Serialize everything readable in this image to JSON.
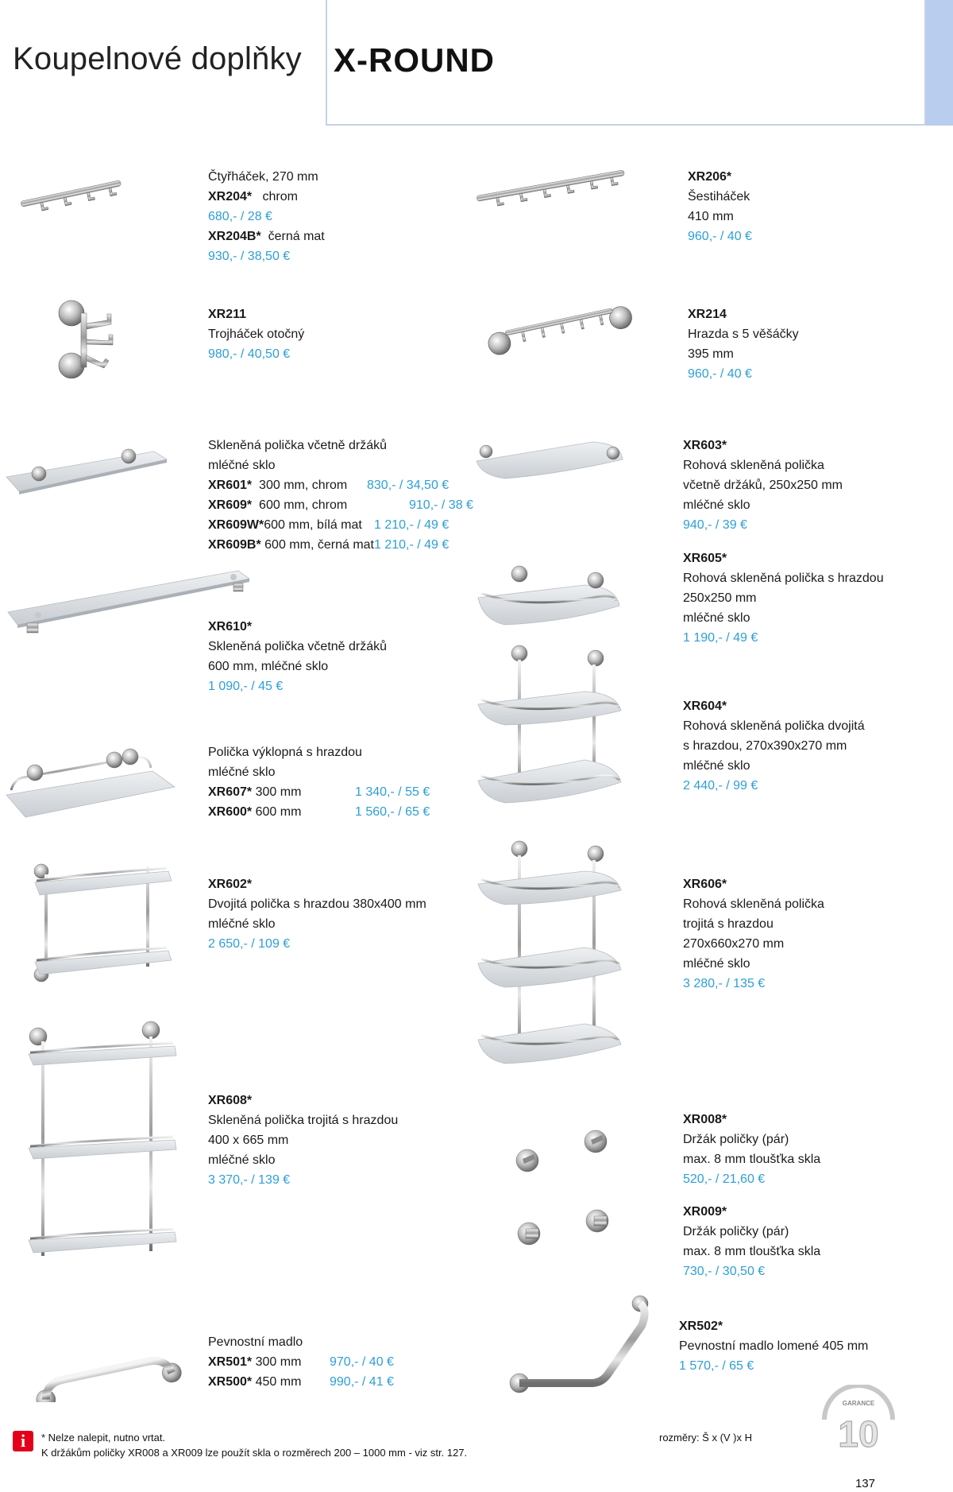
{
  "header": {
    "title": "Koupelnové doplňky",
    "brand": "X-ROUND"
  },
  "products": {
    "xr204": {
      "desc": "Čtyřháček, 270 mm",
      "code1": "XR204*",
      "variant1": "chrom",
      "price1": "680,- / 28 €",
      "code2": "XR204B*",
      "variant2": "černá mat",
      "price2": "930,- / 38,50 €"
    },
    "xr206": {
      "code": "XR206*",
      "desc": "Šestiháček",
      "size": "410 mm",
      "price": "960,- / 40 €"
    },
    "xr211": {
      "code": "XR211",
      "desc": "Trojháček otočný",
      "price": "980,- / 40,50 €"
    },
    "xr214": {
      "code": "XR214",
      "desc": "Hrazda s 5 věšáčky",
      "size": "395 mm",
      "price": "960,- / 40 €"
    },
    "xr601": {
      "desc": "Skleněná polička včetně držáků",
      "material": "mléčné sklo",
      "rows": [
        {
          "code": "XR601*",
          "spec": "300 mm, chrom",
          "price": "830,- / 34,50 €"
        },
        {
          "code": "XR609*",
          "spec": "600 mm, chrom",
          "price": "910,- / 38 €"
        },
        {
          "code": "XR609W*",
          "spec": "600 mm, bílá mat",
          "price": "1 210,- / 49 €"
        },
        {
          "code": "XR609B*",
          "spec": "600 mm, černá mat",
          "price": "1 210,- / 49 €"
        }
      ]
    },
    "xr610": {
      "code": "XR610*",
      "desc": "Skleněná polička včetně držáků",
      "spec": "600 mm, mléčné sklo",
      "price": "1 090,- / 45 €"
    },
    "xr607": {
      "desc": "Polička výklopná s hrazdou",
      "material": "mléčné sklo",
      "rows": [
        {
          "code": "XR607*",
          "spec": "300 mm",
          "price": "1 340,- / 55 €"
        },
        {
          "code": "XR600*",
          "spec": "600 mm",
          "price": "1 560,- / 65 €"
        }
      ]
    },
    "xr603": {
      "code": "XR603*",
      "desc": "Rohová skleněná polička",
      "spec": "včetně držáků, 250x250 mm",
      "material": "mléčné sklo",
      "price": "940,- / 39 €"
    },
    "xr605": {
      "code": "XR605*",
      "desc": "Rohová skleněná polička s hrazdou",
      "spec": "250x250 mm",
      "material": "mléčné sklo",
      "price": "1 190,- / 49 €"
    },
    "xr604": {
      "code": "XR604*",
      "desc": "Rohová skleněná polička dvojitá",
      "spec": "s hrazdou, 270x390x270 mm",
      "material": "mléčné sklo",
      "price": "2 440,- / 99 €"
    },
    "xr602": {
      "code": "XR602*",
      "desc": "Dvojitá polička s hrazdou 380x400 mm",
      "material": "mléčné sklo",
      "price": "2 650,- / 109 €"
    },
    "xr606": {
      "code": "XR606*",
      "desc": "Rohová skleněná polička",
      "desc2": "trojitá s hrazdou",
      "spec": "270x660x270 mm",
      "material": "mléčné sklo",
      "price": "3 280,- / 135 €"
    },
    "xr608": {
      "code": "XR608*",
      "desc": "Skleněná polička trojitá s hrazdou",
      "spec": "400 x 665 mm",
      "material": "mléčné sklo",
      "price": "3 370,- / 139 €"
    },
    "xr008": {
      "code": "XR008*",
      "desc": "Držák poličky (pár)",
      "spec": "max. 8 mm tloušťka skla",
      "price": "520,- / 21,60 €"
    },
    "xr009": {
      "code": "XR009*",
      "desc": "Držák poličky (pár)",
      "spec": "max. 8 mm tloušťka skla",
      "price": "730,- / 30,50 €"
    },
    "xr501": {
      "desc": "Pevnostní madlo",
      "rows": [
        {
          "code": "XR501*",
          "spec": "300 mm",
          "price": "970,- / 40 €"
        },
        {
          "code": "XR500*",
          "spec": "450 mm",
          "price": "990,- / 41 €"
        }
      ]
    },
    "xr502": {
      "code": "XR502*",
      "desc": "Pevnostní madlo lomené 405 mm",
      "price": "1 570,- / 65 €"
    }
  },
  "footer": {
    "note1": "* Nelze nalepit, nutno vrtat.",
    "note2": "K držákům poličky XR008 a XR009 lze použít skla o rozměrech 200 – 1000 mm - viz str. 127.",
    "dims": "rozměry: Š x (V )x H",
    "badge_icon": "info-icon",
    "badge_letter": "i",
    "garance_label": "GARANCE",
    "garance_years": "10",
    "page": "137"
  },
  "colors": {
    "price": "#2e9fd6",
    "header_strip": "#b9cdee",
    "info_badge": "#e2001a"
  }
}
